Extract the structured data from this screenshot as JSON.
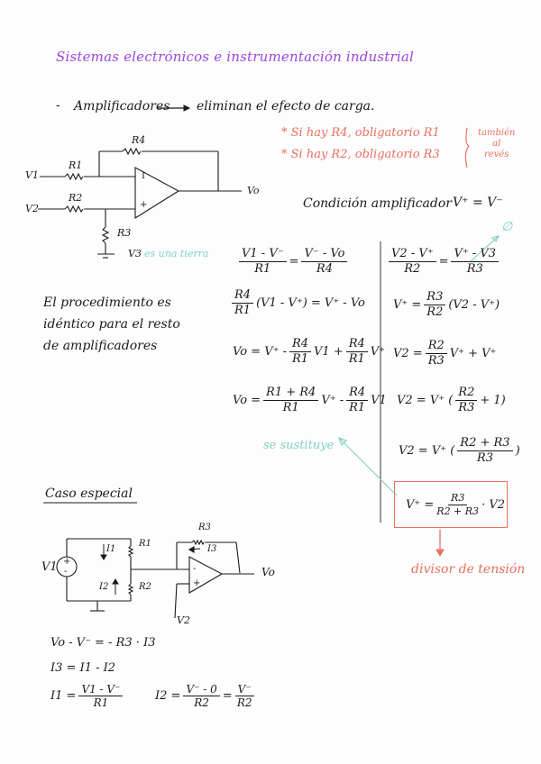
{
  "title": "Sistemas electrónicos e instrumentación industrial",
  "intro": {
    "bullet": "-",
    "subject": "Amplificadores",
    "arrow": "→",
    "statement": "eliminan el efecto de carga."
  },
  "notes": {
    "rule1": "* Si hay R4, obligatorio R1",
    "rule2": "* Si hay R2, obligatorio R3",
    "aside": [
      "también",
      "al",
      "revés"
    ]
  },
  "circuit1": {
    "labels": {
      "v1": "V1",
      "v2": "V2",
      "vo": "Vo",
      "r1": "R1",
      "r2": "R2",
      "r3": "R3",
      "r4": "R4",
      "minus": "I",
      "plus": "+",
      "v3": "V3"
    },
    "ground_note": "es una tierra"
  },
  "condition": {
    "label": "Condición amplificador",
    "formula": "V⁺ = V⁻"
  },
  "procedure_note": [
    "El procedimiento es",
    "idéntico para el resto",
    "de amplificadores"
  ],
  "left_equations": [
    {
      "lhs_num": "V1 - V⁻",
      "lhs_den": "R1",
      "op": "=",
      "rhs_num": "V⁻ - Vo",
      "rhs_den": "R4"
    },
    {
      "prefix_num": "R4",
      "prefix_den": "R1",
      "body": "(V1 - V⁺) = V⁺ - Vo"
    },
    {
      "lhs": "Vo =",
      "t1": "V⁺ -",
      "f1_num": "R4",
      "f1_den": "R1",
      "t2": "V1 +",
      "f2_num": "R4",
      "f2_den": "R1",
      "t3": "V⁺"
    },
    {
      "lhs": "Vo =",
      "f1_num": "R1 + R4",
      "f1_den": "R1",
      "t1": "V⁺ -",
      "f2_num": "R4",
      "f2_den": "R1",
      "t2": "V1"
    }
  ],
  "right_equations": [
    {
      "lhs_num": "V2 - V⁺",
      "lhs_den": "R2",
      "op": "=",
      "rhs_num": "V⁺ - V3",
      "rhs_den": "R3"
    },
    {
      "lhs": "V⁺ =",
      "f_num": "R3",
      "f_den": "R2",
      "body": "(V2 - V⁺)"
    },
    {
      "lhs": "V2 =",
      "f_num": "R2",
      "f_den": "R3",
      "body": "V⁺ + V⁺"
    },
    {
      "lhs": "V2 = V⁺",
      "f_num": "R2",
      "f_den": "R3",
      "body": "+ 1"
    },
    {
      "lhs": "V2 = V⁺",
      "f_num": "R2 + R3",
      "f_den": "R3"
    }
  ],
  "zero_note": "∅",
  "substitute_note": "se sustituye",
  "boxed_result": {
    "lhs": "V⁺ =",
    "f_num": "R3",
    "f_den": "R2 + R3",
    "tail": "· V2"
  },
  "divider_label": "divisor de tensión",
  "special_case": {
    "heading": "Caso especial",
    "labels": {
      "v1": "V1",
      "vo": "Vo",
      "v2": "V2",
      "r1": "R1",
      "r2": "R2",
      "r3": "R3",
      "i1": "I1",
      "i2": "I2",
      "i3": "I3",
      "plus_src": "+",
      "minus_src": "-",
      "minus": "-",
      "plus": "+"
    },
    "equations": {
      "eq1": "Vo - V⁻ = - R3 · I3",
      "eq2": "I3 = I1 - I2",
      "eq3_lhs": "I1 =",
      "eq3_num": "V1 - V⁻",
      "eq3_den": "R1",
      "eq4_lhs": "I2 =",
      "eq4_num": "V⁻ - 0",
      "eq4_den": "R2",
      "eq4_eq": "=",
      "eq4_num2": "V⁻",
      "eq4_den2": "R2"
    }
  },
  "colors": {
    "title": "#9b46e0",
    "ink": "#1a1a1a",
    "note_red": "#e8705f",
    "note_teal": "#7fcfc3",
    "background": "#fdfdfd"
  }
}
